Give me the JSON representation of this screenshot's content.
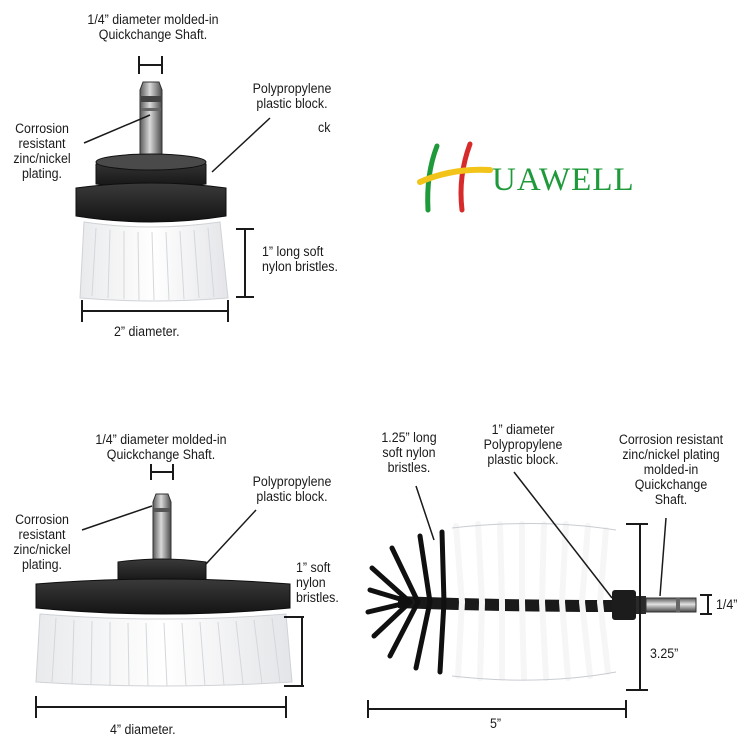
{
  "brand": {
    "initial": "H",
    "text": "UAWELL",
    "colors": {
      "green": "#1f9a3a",
      "red": "#d72b2b",
      "yellow": "#f2c318"
    }
  },
  "products": [
    {
      "id": "brush-2in",
      "labels": {
        "shaft": "1/4” diameter molded-in\nQuickchange Shaft.",
        "plating": "Corrosion\nresistant\nzinc/nickel\nplating.",
        "block": "Polypropylene\nplastic block.",
        "block_fragment": "ck",
        "bristles": "1” long soft\nnylon bristles.",
        "diameter": "2” diameter."
      }
    },
    {
      "id": "brush-4in",
      "labels": {
        "shaft": "1/4” diameter molded-in\nQuickchange Shaft.",
        "plating": "Corrosion\nresistant\nzinc/nickel\nplating.",
        "block": "Polypropylene\nplastic block.",
        "bristles": "1” soft\nnylon\nbristles.",
        "diameter": "4” diameter."
      }
    },
    {
      "id": "brush-long",
      "labels": {
        "bristles": "1.25” long\nsoft nylon\nbristles.",
        "block": "1” diameter\nPolypropylene\nplastic block.",
        "shaft": "Corrosion resistant\nzinc/nickel plating\nmolded-in\nQuickchange\nShaft.",
        "shaft_dim": "1/4”",
        "height": "3.25”",
        "length": "5”"
      }
    }
  ]
}
